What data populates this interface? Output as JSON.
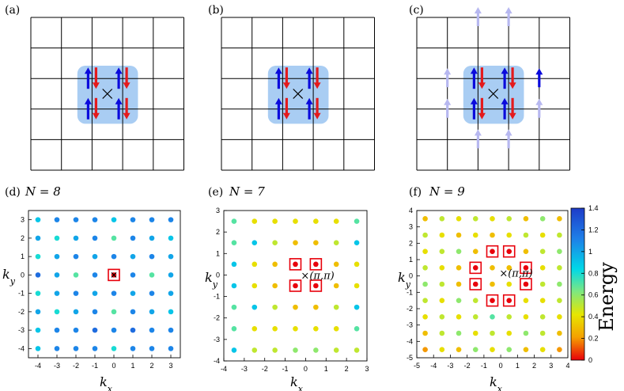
{
  "panel_labels": {
    "a": "(a)",
    "b": "(b)",
    "c": "(c)"
  },
  "bottom_panels": [
    {
      "label": "(d)",
      "n_text": "N = 8"
    },
    {
      "label": "(e)",
      "n_text": "N = 7"
    },
    {
      "label": "(f)",
      "n_text": "N = 9"
    }
  ],
  "annotations": {
    "pipi": "×(π,π)"
  },
  "colorbar": {
    "title": "Energy",
    "ticks": [
      "0",
      "0.2",
      "0.4",
      "0.6",
      "0.8",
      "1",
      "1.2",
      "1.4"
    ],
    "range": [
      0,
      1.4
    ],
    "colors": [
      "#e8000b",
      "#f5a000",
      "#e6e600",
      "#7fe87f",
      "#00d8e8",
      "#1e7fe8",
      "#1e3cc8"
    ]
  },
  "chart_data": [
    {
      "type": "scatter",
      "panel": "d",
      "xlabel": "k_x",
      "ylabel": "k_y",
      "xticks": [
        "-4",
        "-3",
        "-2",
        "-1",
        "0",
        "1",
        "2",
        "3"
      ],
      "yticks": [
        "3",
        "2",
        "1",
        "0",
        "-1",
        "-2",
        "-3",
        "-4"
      ],
      "xlim": [
        -4.5,
        3.5
      ],
      "ylim": [
        -4.5,
        3.5
      ],
      "grid_x": [
        -4,
        -3,
        -2,
        -1,
        0,
        1,
        2,
        3
      ],
      "grid_y": [
        -4,
        -3,
        -2,
        -1,
        0,
        1,
        2,
        3
      ],
      "energy_rows_top_to_bottom": [
        [
          0.9,
          1.1,
          1.1,
          1.1,
          0.9,
          1.1,
          1.1,
          1.1
        ],
        [
          1.0,
          0.8,
          1.0,
          1.1,
          0.7,
          1.1,
          1.0,
          0.9
        ],
        [
          0.8,
          1.0,
          1.1,
          1.0,
          1.1,
          1.0,
          1.1,
          1.0
        ],
        [
          1.2,
          1.0,
          0.7,
          1.1,
          0.0,
          1.1,
          0.7,
          1.0
        ],
        [
          0.8,
          1.0,
          1.1,
          1.0,
          1.1,
          1.0,
          1.1,
          1.0
        ],
        [
          1.0,
          0.8,
          1.0,
          1.1,
          0.7,
          1.1,
          1.0,
          0.9
        ],
        [
          0.9,
          1.1,
          1.1,
          1.2,
          1.1,
          1.2,
          1.1,
          1.1
        ],
        [
          0.9,
          1.1,
          1.1,
          1.1,
          0.8,
          1.1,
          1.1,
          1.1
        ]
      ],
      "boxed_points": [
        [
          0,
          0
        ]
      ]
    },
    {
      "type": "scatter",
      "panel": "e",
      "xlabel": "k_x",
      "ylabel": "k_y",
      "xticks": [
        "-4",
        "-3",
        "-2",
        "-1",
        "0",
        "1",
        "2",
        "3"
      ],
      "yticks": [
        "3",
        "2",
        "1",
        "0",
        "-1",
        "-2",
        "-3",
        "-4"
      ],
      "xlim": [
        -4,
        3
      ],
      "ylim": [
        -4,
        3
      ],
      "grid_x": [
        -3.5,
        -2.5,
        -1.5,
        -0.5,
        0.5,
        1.5,
        2.5
      ],
      "grid_y": [
        -3.5,
        -2.5,
        -1.5,
        -0.5,
        0.5,
        1.5,
        2.5
      ],
      "energy_rows_top_to_bottom": [
        [
          0.7,
          0.4,
          0.4,
          0.4,
          0.4,
          0.4,
          0.7
        ],
        [
          0.7,
          0.9,
          0.5,
          0.3,
          0.3,
          0.5,
          0.9
        ],
        [
          0.9,
          0.4,
          0.3,
          0.0,
          0.0,
          0.3,
          0.4
        ],
        [
          0.9,
          0.4,
          0.3,
          0.0,
          0.0,
          0.3,
          0.4
        ],
        [
          0.7,
          0.9,
          0.5,
          0.3,
          0.3,
          0.5,
          0.9
        ],
        [
          0.7,
          0.4,
          0.4,
          0.4,
          0.4,
          0.4,
          0.7
        ],
        [
          0.9,
          0.5,
          0.5,
          0.6,
          0.6,
          0.5,
          0.5
        ]
      ],
      "boxed_points": [
        [
          -0.5,
          0.5
        ],
        [
          0.5,
          0.5
        ],
        [
          -0.5,
          -0.5
        ],
        [
          0.5,
          -0.5
        ]
      ],
      "pipi_at": [
        0,
        0
      ]
    },
    {
      "type": "scatter",
      "panel": "f",
      "xlabel": "k_x",
      "ylabel": "k_y",
      "xticks": [
        "-5",
        "-4",
        "-3",
        "-2",
        "-1",
        "0",
        "1",
        "2",
        "3",
        "4"
      ],
      "yticks": [
        "4",
        "3",
        "2",
        "1",
        "0",
        "-1",
        "-2",
        "-3",
        "-4",
        "-5"
      ],
      "xlim": [
        -5,
        4
      ],
      "ylim": [
        -5,
        4
      ],
      "grid_x": [
        -4.5,
        -3.5,
        -2.5,
        -1.5,
        -0.5,
        0.5,
        1.5,
        2.5,
        3.5
      ],
      "grid_y": [
        -4.5,
        -3.5,
        -2.5,
        -1.5,
        -0.5,
        0.5,
        1.5,
        2.5,
        3.5
      ],
      "energy_rows_top_to_bottom": [
        [
          0.3,
          0.5,
          0.4,
          0.5,
          0.4,
          0.5,
          0.3,
          0.6,
          0.3
        ],
        [
          0.5,
          0.4,
          0.3,
          0.4,
          0.3,
          0.4,
          0.5,
          0.4,
          0.5
        ],
        [
          0.4,
          0.5,
          0.6,
          0.3,
          0.0,
          0.0,
          0.3,
          0.5,
          0.6
        ],
        [
          0.5,
          0.4,
          0.3,
          0.0,
          0.3,
          0.3,
          0.0,
          0.4,
          0.5
        ],
        [
          0.6,
          0.5,
          0.3,
          0.0,
          0.3,
          0.4,
          0.0,
          0.5,
          0.6
        ],
        [
          0.5,
          0.4,
          0.6,
          0.5,
          0.0,
          0.0,
          0.4,
          0.4,
          0.5
        ],
        [
          0.4,
          0.5,
          0.4,
          0.5,
          0.7,
          0.5,
          0.4,
          0.5,
          0.4
        ],
        [
          0.3,
          0.5,
          0.6,
          0.4,
          0.5,
          0.4,
          0.6,
          0.5,
          0.3
        ],
        [
          0.2,
          0.4,
          0.3,
          0.6,
          0.4,
          0.6,
          0.3,
          0.4,
          0.2
        ]
      ],
      "boxed_points": [
        [
          -0.5,
          1.5
        ],
        [
          0.5,
          1.5
        ],
        [
          -1.5,
          0.5
        ],
        [
          1.5,
          0.5
        ],
        [
          -1.5,
          -0.5
        ],
        [
          1.5,
          -0.5
        ],
        [
          -0.5,
          -1.5
        ],
        [
          0.5,
          -1.5
        ]
      ],
      "pipi_at": [
        0.2,
        0.2
      ]
    }
  ],
  "lattice_panels": [
    {
      "panel": "a",
      "spin_pairs": [
        [
          1,
          1
        ],
        [
          2,
          1
        ],
        [
          1,
          2
        ],
        [
          2,
          2
        ]
      ],
      "light_arrows": [],
      "extra_up": []
    },
    {
      "panel": "b",
      "spin_pairs": [
        [
          1,
          1
        ],
        [
          2,
          1
        ],
        [
          1,
          2
        ],
        [
          2,
          2
        ]
      ],
      "light_arrows": [],
      "extra_up": []
    },
    {
      "panel": "c",
      "spin_pairs": [
        [
          1,
          1
        ],
        [
          2,
          1
        ],
        [
          1,
          2
        ],
        [
          2,
          2
        ]
      ],
      "light_arrows": [
        [
          1,
          -1
        ],
        [
          2,
          -1
        ],
        [
          0,
          1
        ],
        [
          0,
          2
        ],
        [
          3,
          2
        ],
        [
          1,
          3
        ],
        [
          2,
          3
        ]
      ],
      "extra_up": [
        [
          3,
          1
        ]
      ]
    }
  ]
}
